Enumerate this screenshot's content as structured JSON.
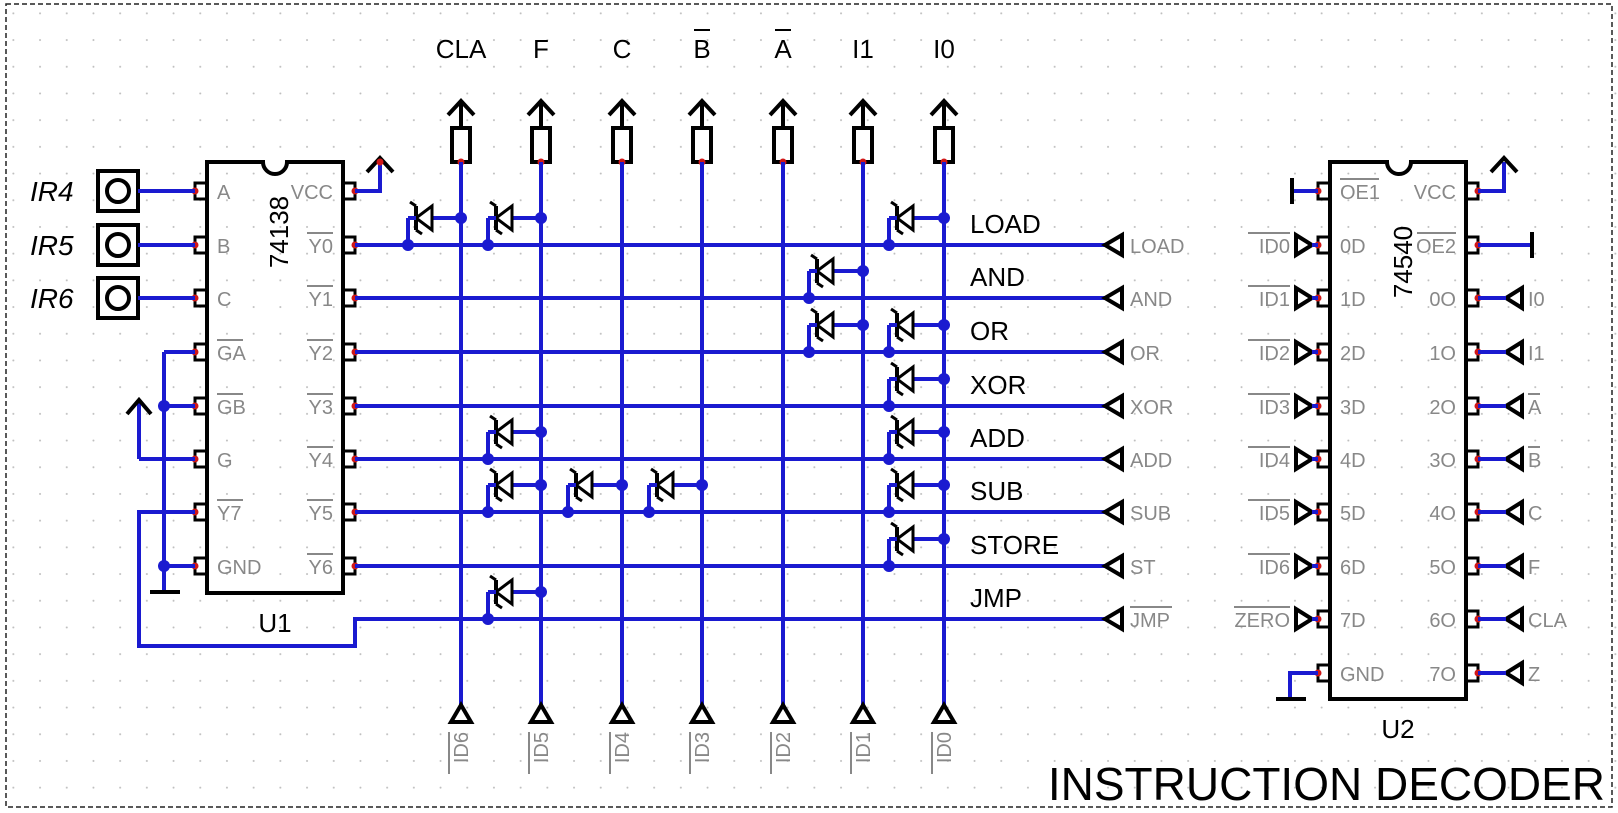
{
  "title": "INSTRUCTION DECODER",
  "inputs": [
    {
      "label": "IR4",
      "pin": "A"
    },
    {
      "label": "IR5",
      "pin": "B"
    },
    {
      "label": "IR6",
      "pin": "C"
    }
  ],
  "u1": {
    "part": "74138",
    "ref": "U1",
    "left_pins": [
      "A",
      "B",
      "C",
      "GA",
      "GB",
      "G",
      "Y7",
      "GND"
    ],
    "right_pins": [
      "VCC",
      "Y0",
      "Y1",
      "Y2",
      "Y3",
      "Y4",
      "Y5",
      "Y6"
    ]
  },
  "u2": {
    "part": "74540",
    "ref": "U2",
    "left_pins": [
      "OE1",
      "0D",
      "1D",
      "2D",
      "3D",
      "4D",
      "5D",
      "6D",
      "7D",
      "GND"
    ],
    "right_pins": [
      "VCC",
      "OE2",
      "0O",
      "1O",
      "2O",
      "3O",
      "4O",
      "5O",
      "6O",
      "7O"
    ],
    "left_inputs": [
      "ID0",
      "ID1",
      "ID2",
      "ID3",
      "ID4",
      "ID5",
      "ID6",
      "ZERO"
    ],
    "right_outputs": [
      "I0",
      "I1",
      "A",
      "B",
      "C",
      "F",
      "CLA",
      "Z"
    ]
  },
  "columns": [
    {
      "top": "CLA",
      "bottom": "ID6"
    },
    {
      "top": "F",
      "bottom": "ID5"
    },
    {
      "top": "C",
      "bottom": "ID4"
    },
    {
      "top": "B",
      "bottom": "ID3"
    },
    {
      "top": "A",
      "bottom": "ID2"
    },
    {
      "top": "I1",
      "bottom": "ID1"
    },
    {
      "top": "I0",
      "bottom": "ID0"
    }
  ],
  "rows": [
    {
      "name": "LOAD",
      "port": "LOAD"
    },
    {
      "name": "AND",
      "port": "AND"
    },
    {
      "name": "OR",
      "port": "OR"
    },
    {
      "name": "XOR",
      "port": "XOR"
    },
    {
      "name": "ADD",
      "port": "ADD"
    },
    {
      "name": "SUB",
      "port": "SUB"
    },
    {
      "name": "STORE",
      "port": "ST"
    },
    {
      "name": "JMP",
      "port": "JMP"
    }
  ],
  "colors": {
    "wire": "#1a1ad0",
    "pin_dot": "#d01818",
    "body": "#000000",
    "pin_label": "#888888"
  }
}
